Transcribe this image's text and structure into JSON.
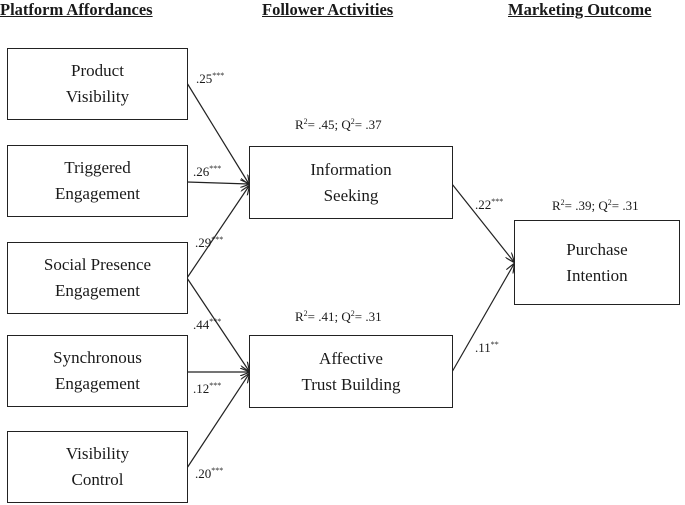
{
  "headers": {
    "platform": "Platform Affordances",
    "follower": "Follower Activities",
    "marketing": "Marketing Outcome"
  },
  "boxes": {
    "product_visibility": [
      "Product",
      "Visibility"
    ],
    "triggered_engagement": [
      "Triggered",
      "Engagement"
    ],
    "social_presence": [
      "Social Presence",
      "Engagement"
    ],
    "synchronous_engagement": [
      "Synchronous",
      "Engagement"
    ],
    "visibility_control": [
      "Visibility",
      "Control"
    ],
    "information_seeking": [
      "Information",
      "Seeking"
    ],
    "affective_trust": [
      "Affective",
      "Trust Building"
    ],
    "purchase_intention": [
      "Purchase",
      "Intention"
    ]
  },
  "coefficients": {
    "pv_is": {
      "value": ".25",
      "sig": "***"
    },
    "te_is": {
      "value": ".26",
      "sig": "***"
    },
    "sp_is": {
      "value": ".29",
      "sig": "***"
    },
    "sp_at": {
      "value": ".44",
      "sig": "***"
    },
    "se_at": {
      "value": ".12",
      "sig": "***"
    },
    "vc_at": {
      "value": ".20",
      "sig": "***"
    },
    "is_pi": {
      "value": ".22",
      "sig": "***"
    },
    "at_pi": {
      "value": ".11",
      "sig": "**"
    }
  },
  "r2": {
    "information_seeking": {
      "r": "R",
      "r_val": "= .45; Q",
      "q_val": "= .37",
      "exp": "2"
    },
    "affective_trust": {
      "r": "R",
      "r_val": "= .41; Q",
      "q_val": "= .31",
      "exp": "2"
    },
    "purchase_intention": {
      "r": "R",
      "r_val": "= .39; Q",
      "q_val": "= .31",
      "exp": "2"
    }
  }
}
